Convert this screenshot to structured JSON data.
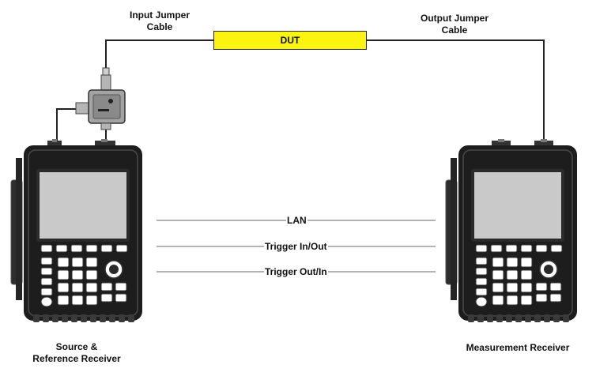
{
  "colors": {
    "dut_fill": "#fbf40e",
    "line": "#222222",
    "link_line": "#666666",
    "device_body": "#1d1d1d",
    "screen": "#c9c9c9",
    "splitter": "#9a9a9a"
  },
  "labels": {
    "input_cable": [
      "Input Jumper",
      "Cable"
    ],
    "output_cable": [
      "Output Jumper",
      "Cable"
    ],
    "dut": "DUT",
    "source_device": [
      "Source &",
      "Reference  Receiver"
    ],
    "measurement_device": "Measurement Receiver"
  },
  "links": [
    {
      "label": "LAN"
    },
    {
      "label": "Trigger In/Out"
    },
    {
      "label": "Trigger Out/In"
    }
  ]
}
